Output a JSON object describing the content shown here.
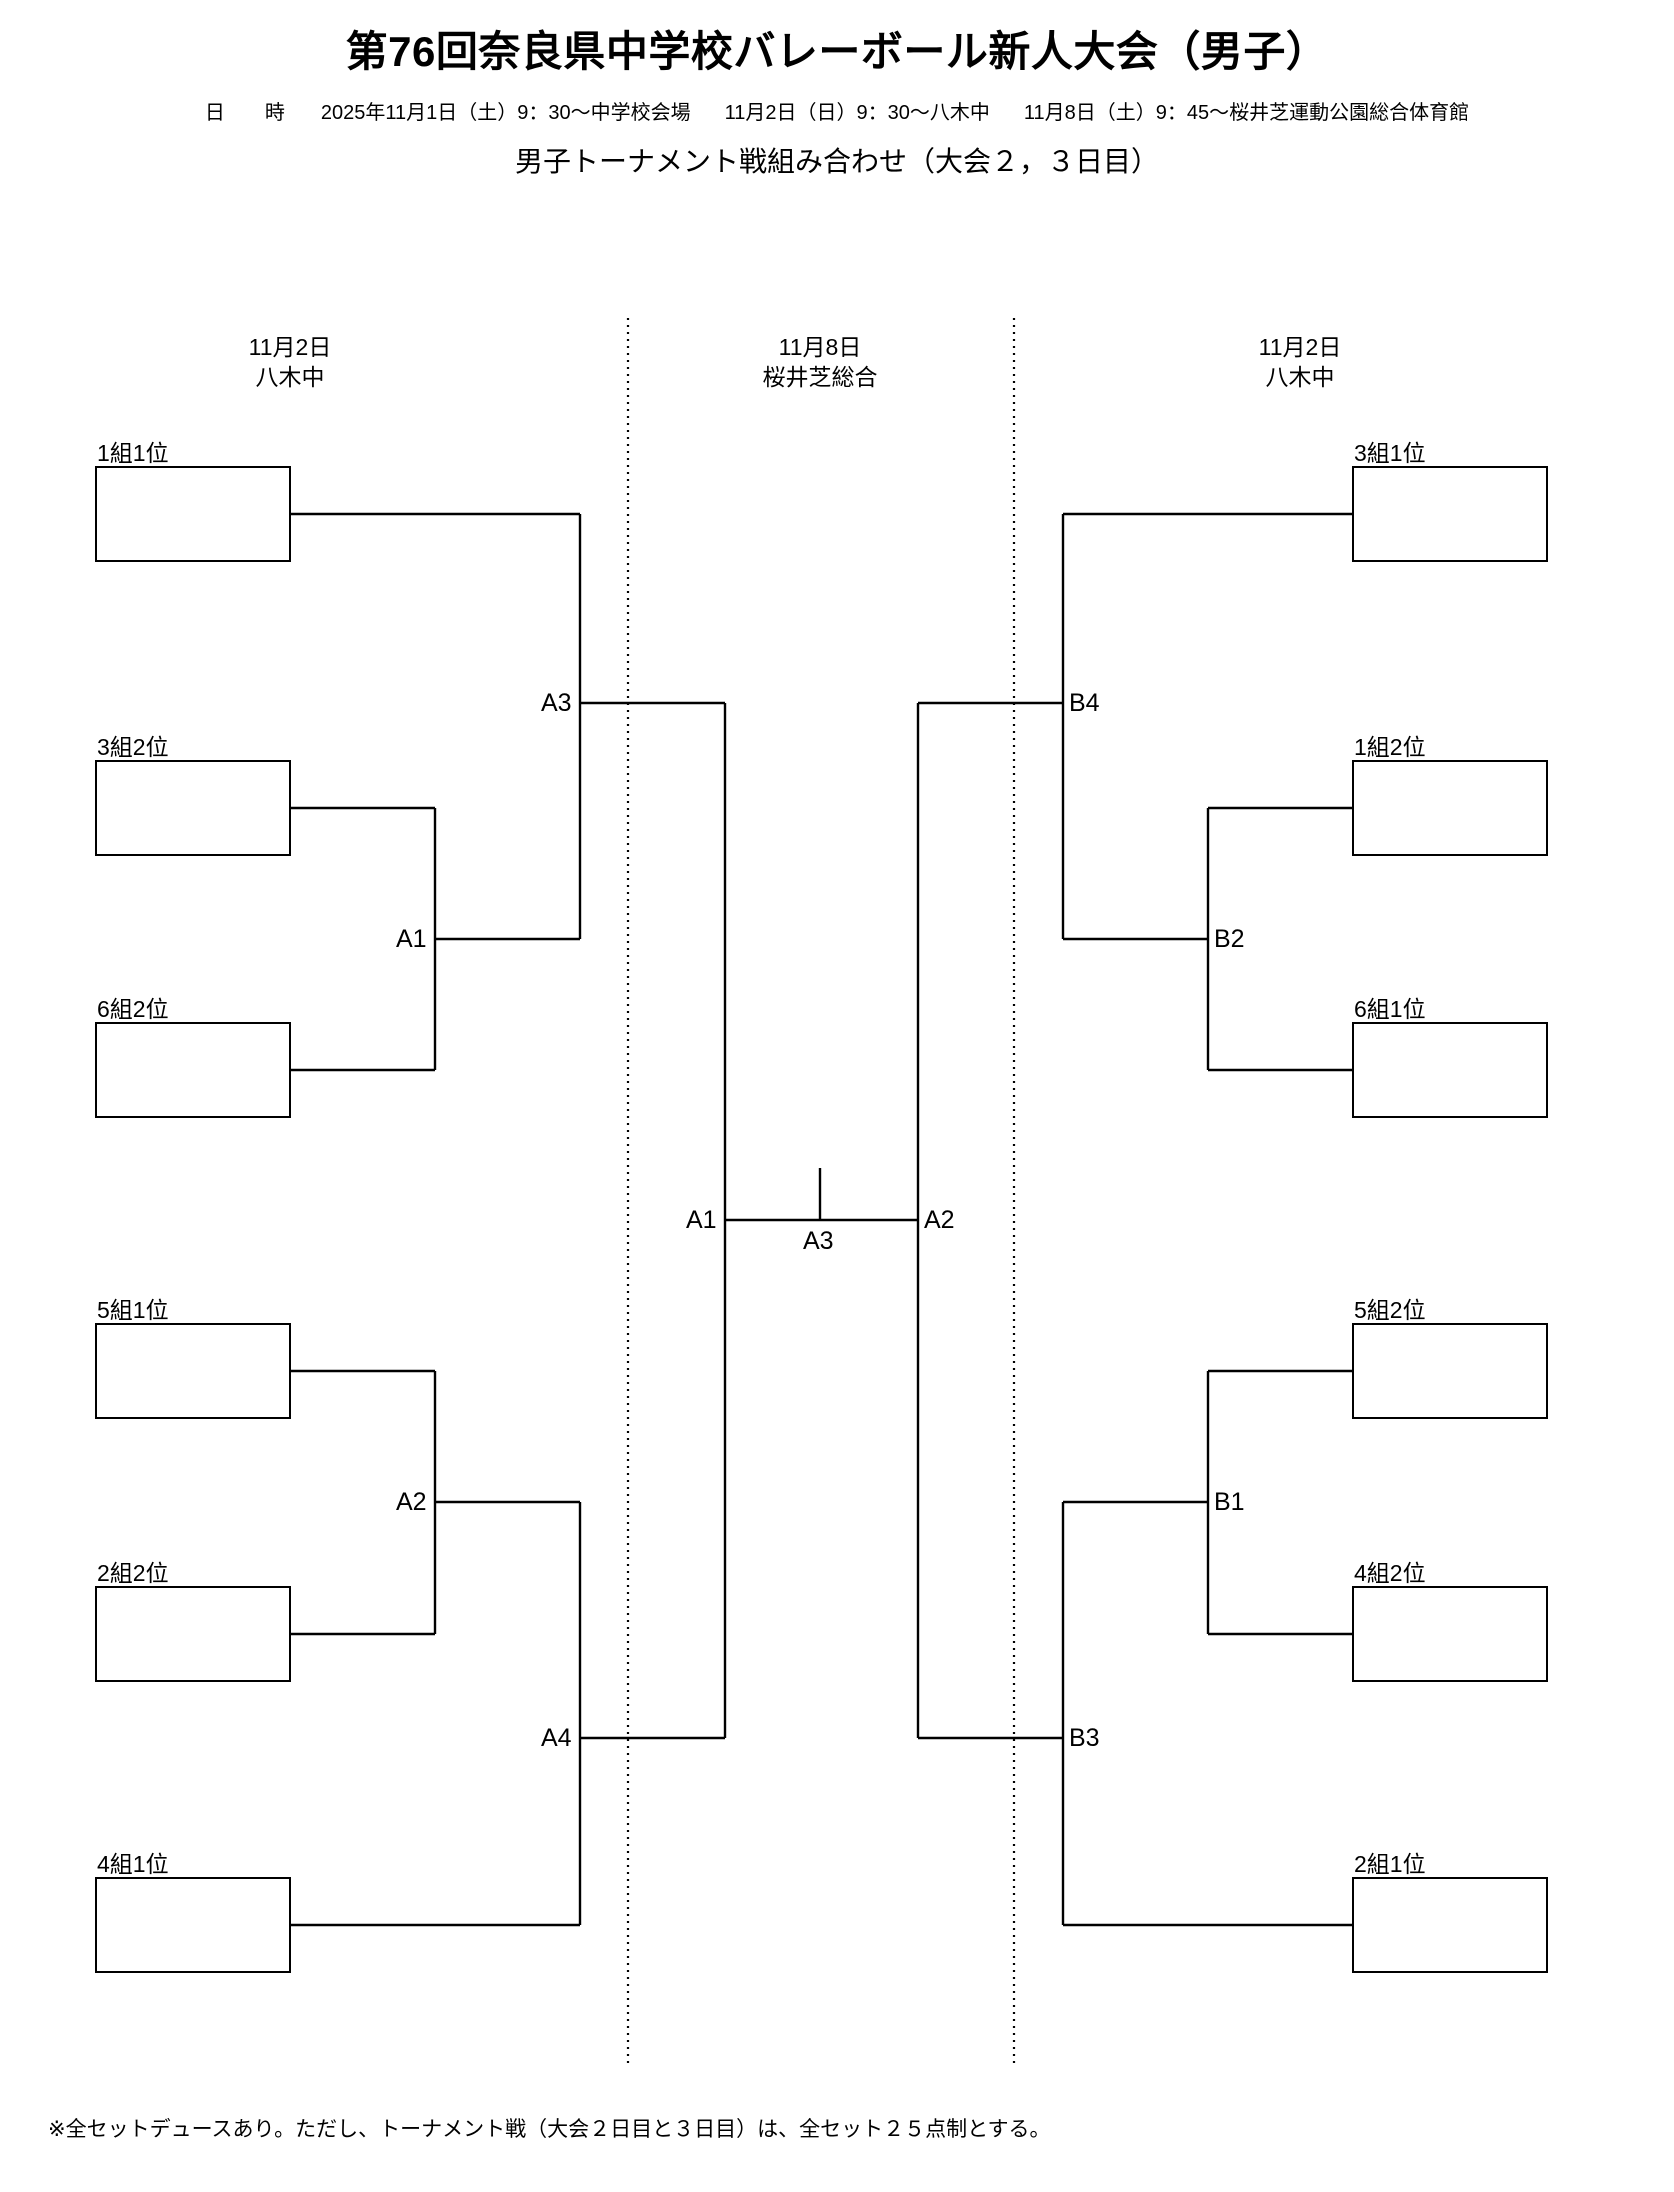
{
  "header": {
    "title": "第76回奈良県中学校バレーボール新人大会（男子）",
    "schedule_label": "日　時",
    "schedule_segments": [
      "2025年11月1日（土）9：30〜中学校会場",
      "11月2日（日）9：30〜八木中",
      "11月8日（土）9：45〜桜井芝運動公園総合体育館"
    ],
    "subtitle": "男子トーナメント戦組み合わせ（大会２，３日目）"
  },
  "venues": [
    {
      "id": "venue-left",
      "date": "11月2日",
      "place": "八木中"
    },
    {
      "id": "venue-center",
      "date": "11月8日",
      "place": "桜井芝総合"
    },
    {
      "id": "venue-right",
      "date": "11月2日",
      "place": "八木中"
    }
  ],
  "bracket": {
    "left": {
      "top_half": {
        "seeds": [
          "1組1位",
          "3組2位",
          "6組2位"
        ],
        "matches": [
          "A1",
          "A3"
        ]
      },
      "bottom_half": {
        "seeds": [
          "5組1位",
          "2組2位",
          "4組1位"
        ],
        "matches": [
          "A2",
          "A4"
        ]
      }
    },
    "right": {
      "top_half": {
        "seeds": [
          "3組1位",
          "1組2位",
          "6組1位"
        ],
        "matches": [
          "B2",
          "B4"
        ]
      },
      "bottom_half": {
        "seeds": [
          "5組2位",
          "4組2位",
          "2組1位"
        ],
        "matches": [
          "B1",
          "B3"
        ]
      }
    },
    "final": {
      "left_label": "A1",
      "right_label": "A2",
      "center_label": "A3"
    }
  },
  "seed_labels": {
    "l_top1": "1組1位",
    "l_top2": "3組2位",
    "l_top3": "6組2位",
    "l_bot1": "5組1位",
    "l_bot2": "2組2位",
    "l_bot3": "4組1位",
    "r_top1": "3組1位",
    "r_top2": "1組2位",
    "r_top3": "6組1位",
    "r_bot1": "5組2位",
    "r_bot2": "4組2位",
    "r_bot3": "2組1位"
  },
  "match_labels": {
    "A3": "A3",
    "A1": "A1",
    "A2": "A2",
    "A4": "A4",
    "B4": "B4",
    "B2": "B2",
    "B1": "B1",
    "B3": "B3",
    "final_left": "A1",
    "final_right": "A2",
    "final_center": "A3"
  },
  "footnote": "※全セットデュースあり。ただし、トーナメント戦（大会２日目と３日目）は、全セット２５点制とする。",
  "colors": {
    "line": "#000000",
    "background": "#ffffff",
    "text": "#000000"
  }
}
